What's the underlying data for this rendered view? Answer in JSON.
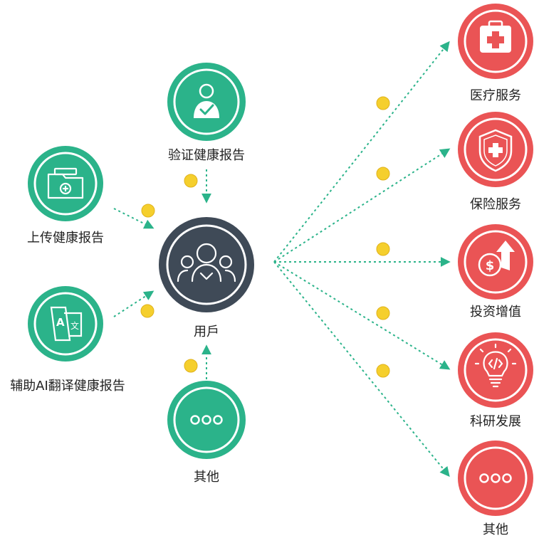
{
  "center": {
    "label": "用戶",
    "icon": "users-group-icon"
  },
  "left_nodes": [
    {
      "id": "verify",
      "label": "验证健康报告",
      "icon": "verified-user-icon"
    },
    {
      "id": "upload",
      "label": "上传健康报告",
      "icon": "medical-folder-icon"
    },
    {
      "id": "translate",
      "label": "辅助AI翻译健康报告",
      "icon": "translate-icon"
    },
    {
      "id": "other-in",
      "label": "其他",
      "icon": "more-dots-icon"
    }
  ],
  "right_nodes": [
    {
      "id": "medical",
      "label": "医疗服务",
      "icon": "first-aid-kit-icon"
    },
    {
      "id": "insurance",
      "label": "保险服务",
      "icon": "shield-cross-icon"
    },
    {
      "id": "investment",
      "label": "投资增值",
      "icon": "dollar-growth-icon"
    },
    {
      "id": "research",
      "label": "科研发展",
      "icon": "lightbulb-code-icon"
    },
    {
      "id": "other-out",
      "label": "其他",
      "icon": "more-dots-icon"
    }
  ],
  "colors": {
    "green": "#2bb38a",
    "red": "#ea5455",
    "center": "#3f4a57",
    "coin": "#f5cf2d",
    "arrow": "#2bb38a"
  }
}
